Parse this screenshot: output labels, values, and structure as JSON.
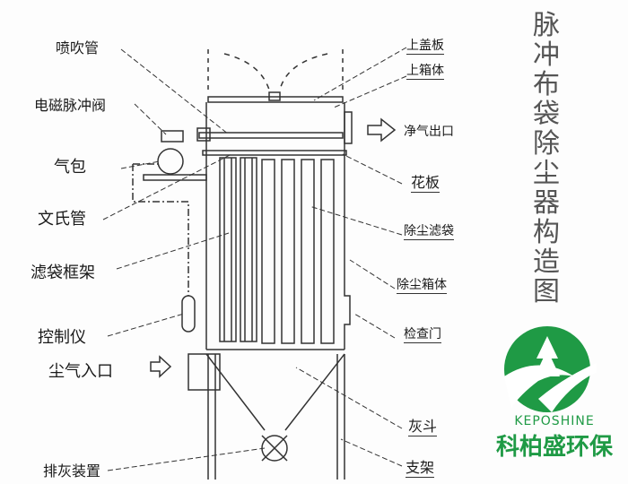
{
  "title": "脉冲布袋除尘器构造图",
  "left_labels": [
    "喷吹管",
    "电磁脉冲阀",
    "气包",
    "文氏管",
    "滤袋框架",
    "控制仪",
    "尘气入口",
    "排灰装置"
  ],
  "right_labels": [
    "上盖板",
    "上箱体",
    "净气出口",
    "花板",
    "除尘滤袋",
    "除尘箱体",
    "检查门",
    "灰斗",
    "支架"
  ],
  "logo": {
    "name_en": "KEPOSHINE",
    "name_cn": "科柏盛环保",
    "color": "#1f9a45"
  }
}
